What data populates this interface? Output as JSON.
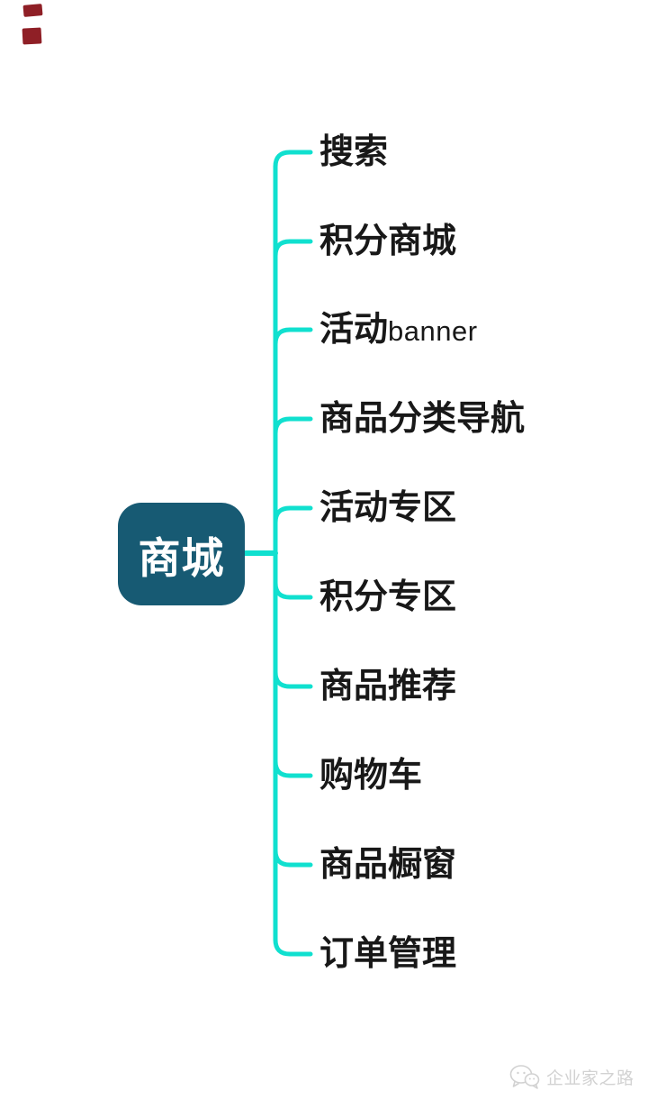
{
  "root": {
    "label": "商城"
  },
  "branches": [
    {
      "label": "搜索"
    },
    {
      "label": "积分商城"
    },
    {
      "label": "活动",
      "suffix": "banner"
    },
    {
      "label": "商品分类导航"
    },
    {
      "label": "活动专区"
    },
    {
      "label": "积分专区"
    },
    {
      "label": "商品推荐"
    },
    {
      "label": "购物车"
    },
    {
      "label": "商品橱窗"
    },
    {
      "label": "订单管理"
    }
  ],
  "watermark": {
    "text": "企业家之路",
    "icon": "wechat-chat-bubbles-icon"
  },
  "colors": {
    "branch_line": "#10e0cf",
    "root_fill": "#175a73",
    "root_text": "#ffffff",
    "label_text": "#181818",
    "watermark": "#d2d2d2",
    "stamp": "#8f1f26"
  }
}
